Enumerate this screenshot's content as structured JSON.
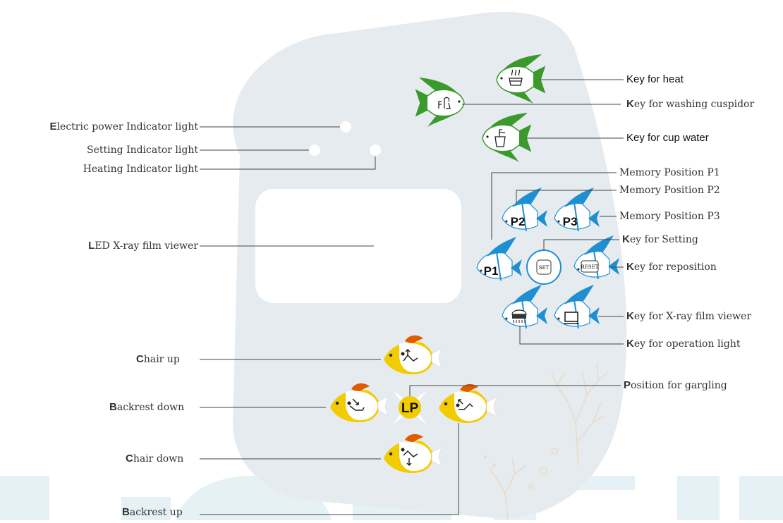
{
  "labels": {
    "key_heat": "Key for heat",
    "key_washing_cuspidor_first": "K",
    "key_washing_cuspidor_rest": "ey for washing cuspidor",
    "key_cup_water": "Key for cup water",
    "electric_power_first": "E",
    "electric_power_rest": "lectric power Indicator light",
    "setting_indicator": "Setting Indicator light",
    "heating_indicator": "Heating Indicator light",
    "memory_p1": "Memory Position P1",
    "memory_p2": "Memory Position P2",
    "memory_p3": "Memory Position P3",
    "key_setting_first": "K",
    "key_setting_rest": "ey for Setting",
    "key_reposition_first": "K",
    "key_reposition_rest": "ey for reposition",
    "led_viewer_first": "L",
    "led_viewer_rest": "ED X-ray film viewer",
    "key_xray_viewer_first": "K",
    "key_xray_viewer_rest": "ey for X-ray film viewer",
    "key_operation_light_first": "K",
    "key_operation_light_rest": "ey for operation light",
    "chair_up_first": "C",
    "chair_up_rest": "hair up",
    "position_gargling_first": "P",
    "position_gargling_rest": "osition for gargling",
    "backrest_down_first": "B",
    "backrest_down_rest": "ackrest down",
    "chair_down_first": "C",
    "chair_down_rest": "hair down",
    "backrest_up_first": "B",
    "backrest_up_rest": "ackrest up"
  },
  "keys": {
    "p1": "P1",
    "p2": "P2",
    "p3": "P3",
    "set": "SET",
    "reset": "RESET",
    "lp": "LP"
  },
  "colors": {
    "panel": "#e6ebf0",
    "watermark": "#e6f1f5",
    "green_fish": "#3a9a2c",
    "blue_fish": "#1e8fd0",
    "yellow_fish": "#f2cc00",
    "coral": "#e8dcc4",
    "line": "#444444"
  }
}
